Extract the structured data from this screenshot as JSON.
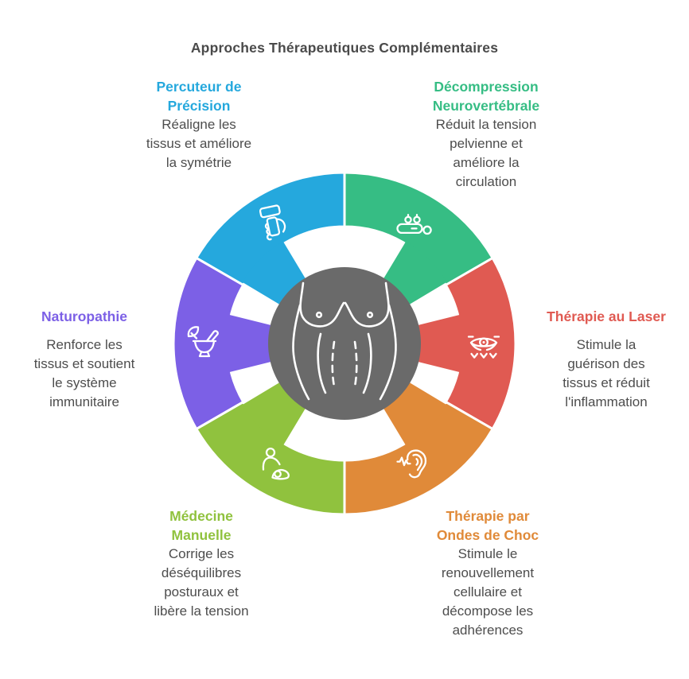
{
  "title": "Approches Thérapeutiques Complémentaires",
  "text_color": "#4d4d4d",
  "wheel": {
    "center": {
      "icon": "female-torso-illustration",
      "color": "#6a6a6a"
    },
    "segments": [
      {
        "id": "percuteur",
        "position": "top-left",
        "color": "#25a8dd",
        "icon": "massage-gun-icon",
        "label": "Percuteur de\nPrécision",
        "description": "Réaligne les\ntissus et améliore\nla symétrie"
      },
      {
        "id": "decompression",
        "position": "top-right",
        "color": "#36bd84",
        "icon": "decompression-table-icon",
        "label": "Décompression\nNeurovertébrale",
        "description": "Réduit la tension\npelvienne et\naméliore la\ncirculation"
      },
      {
        "id": "laser",
        "position": "right",
        "color": "#e05a52",
        "icon": "laser-device-icon",
        "label": "Thérapie au Laser",
        "description": "Stimule la\nguérison des\ntissus et réduit\nl'inflammation"
      },
      {
        "id": "ondes-de-choc",
        "position": "bottom-right",
        "color": "#e08a39",
        "icon": "ear-soundwave-icon",
        "label": "Thérapie par\nOndes de Choc",
        "description": "Stimule le\nrenouvellement\ncellulaire et\ndécompose les\nadhérences"
      },
      {
        "id": "medecine-manuelle",
        "position": "bottom-left",
        "color": "#90c23e",
        "icon": "manual-therapy-icon",
        "label": "Médecine\nManuelle",
        "description": "Corrige les\ndéséquilibres\nposturaux et\nlibère la tension"
      },
      {
        "id": "naturopathie",
        "position": "left",
        "color": "#7c60e6",
        "icon": "mortar-pestle-icon",
        "label": "Naturopathie",
        "description": "Renforce les\ntissus et soutient\nle système\nimmunitaire"
      }
    ]
  }
}
